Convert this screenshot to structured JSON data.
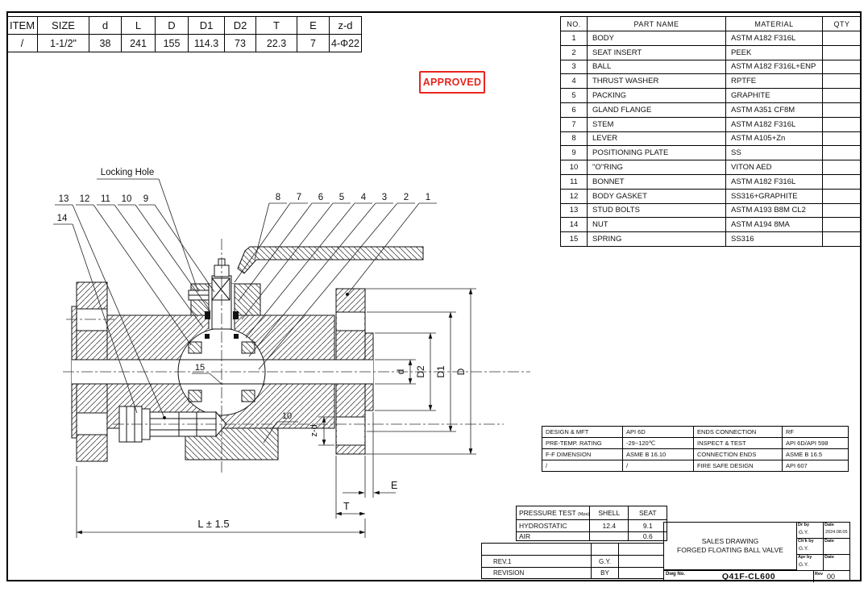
{
  "dim_table": {
    "headers": [
      "ITEM",
      "SIZE",
      "d",
      "L",
      "D",
      "D1",
      "D2",
      "T",
      "E",
      "z-d"
    ],
    "values": [
      "/",
      "1-1/2\"",
      "38",
      "241",
      "155",
      "114.3",
      "73",
      "22.3",
      "7",
      "4-Φ22"
    ]
  },
  "parts_table": {
    "headers": [
      "NO.",
      "PART NAME",
      "MATERIAL",
      "QTY"
    ],
    "rows": [
      {
        "no": "1",
        "name": "BODY",
        "material": "ASTM A182 F316L",
        "qty": ""
      },
      {
        "no": "2",
        "name": "SEAT INSERT",
        "material": "PEEK",
        "qty": ""
      },
      {
        "no": "3",
        "name": "BALL",
        "material": "ASTM A182 F316L+ENP",
        "qty": ""
      },
      {
        "no": "4",
        "name": "THRUST WASHER",
        "material": "RPTFE",
        "qty": ""
      },
      {
        "no": "5",
        "name": "PACKING",
        "material": "GRAPHITE",
        "qty": ""
      },
      {
        "no": "6",
        "name": "GLAND FLANGE",
        "material": "ASTM A351 CF8M",
        "qty": ""
      },
      {
        "no": "7",
        "name": "STEM",
        "material": "ASTM A182 F316L",
        "qty": ""
      },
      {
        "no": "8",
        "name": "LEVER",
        "material": "ASTM A105+Zn",
        "qty": ""
      },
      {
        "no": "9",
        "name": "POSITIONING PLATE",
        "material": "SS",
        "qty": ""
      },
      {
        "no": "10",
        "name": "\"O\"RING",
        "material": "VITON AED",
        "qty": ""
      },
      {
        "no": "11",
        "name": "BONNET",
        "material": "ASTM A182 F316L",
        "qty": ""
      },
      {
        "no": "12",
        "name": "BODY GASKET",
        "material": "SS316+GRAPHITE",
        "qty": ""
      },
      {
        "no": "13",
        "name": "STUD BOLTS",
        "material": "ASTM A193 B8M CL2",
        "qty": ""
      },
      {
        "no": "14",
        "name": "NUT",
        "material": "ASTM A194 8MA",
        "qty": ""
      },
      {
        "no": "15",
        "name": "SPRING",
        "material": "SS316",
        "qty": ""
      }
    ]
  },
  "stamp": {
    "label": "APPROVED",
    "color": "#e8251f"
  },
  "drawing": {
    "callouts": {
      "left": [
        "13",
        "12",
        "11",
        "10",
        "9"
      ],
      "left_extra": "14",
      "right": [
        "8",
        "7",
        "6",
        "5",
        "4",
        "3",
        "2",
        "1"
      ],
      "inner_15": "15",
      "inner_10": "10",
      "locking_hole": "Locking Hole"
    },
    "dims": {
      "d": "d",
      "d2": "D2",
      "d1": "D1",
      "dd": "D",
      "zd": "z-d",
      "e": "E",
      "t": "T",
      "l": "L ± 1.5"
    }
  },
  "spec_table": {
    "rows": [
      {
        "k1": "DESIGN & MFT",
        "v1": "API 6D",
        "k2": "ENDS CONNECTION",
        "v2": "RF"
      },
      {
        "k1": "PRE-TEMP. RATING",
        "v1": "-29~120℃",
        "k2": "INSPECT & TEST",
        "v2": "API 6D/API 598"
      },
      {
        "k1": "F-F DIMENSION",
        "v1": "ASME B 16.10",
        "k2": "CONNECTION ENDS",
        "v2": "ASME B 16.5"
      },
      {
        "k1": "/",
        "v1": "/",
        "k2": "FIRE SAFE DESIGN",
        "v2": "API 607"
      }
    ]
  },
  "pressure_table": {
    "header": {
      "label": "PRESSURE TEST",
      "unit": "(Mpa)",
      "col1": "SHELL",
      "col2": "SEAT"
    },
    "rows": [
      {
        "label": "HYDROSTATIC",
        "shell": "12.4",
        "seat": "9.1"
      },
      {
        "label": "AIR",
        "shell": "",
        "seat": "0.6"
      }
    ]
  },
  "revision_table": {
    "rows": [
      {
        "c1": "",
        "c2": "",
        "c3": ""
      },
      {
        "c1": "REV.1",
        "c2": "G.Y.",
        "c3": ""
      },
      {
        "c1": "REVISION",
        "c2": "BY",
        "c3": ""
      }
    ]
  },
  "title_block": {
    "title_line1": "SALES DRAWING",
    "title_line2": "FORGED FLOATING BALL VALVE",
    "sign_rows": [
      {
        "label": "Dr by",
        "value": "G.Y.",
        "date_label": "Date",
        "date_value": "2024.08.05"
      },
      {
        "label": "Ch'k by",
        "value": "G.Y.",
        "date_label": "Date",
        "date_value": ""
      },
      {
        "label": "Apr by",
        "value": "G.Y.",
        "date_label": "Date",
        "date_value": ""
      }
    ],
    "dwg_no_label": "Dwg No.",
    "dwg_no": "Q41F-CL600",
    "rev_label": "Rev",
    "rev_value": "00"
  }
}
